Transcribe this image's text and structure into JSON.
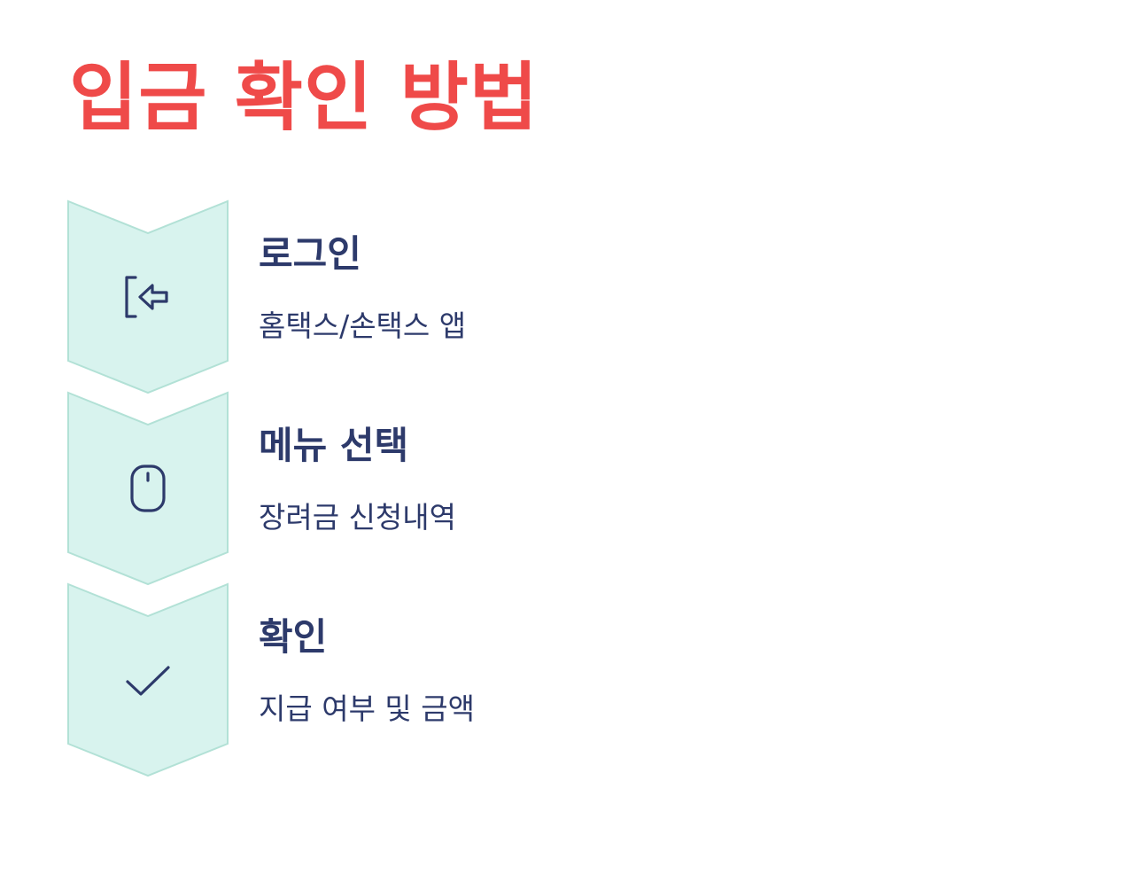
{
  "title": "입금 확인 방법",
  "colors": {
    "title": "#ef4a49",
    "text": "#2d3a6b",
    "chevron_fill": "#d8f3ee",
    "chevron_stroke": "#b2e1d6"
  },
  "steps": [
    {
      "title": "로그인",
      "description": "홈택스/손택스 앱",
      "icon": "login-arrow-icon"
    },
    {
      "title": "메뉴 선택",
      "description": "장려금 신청내역",
      "icon": "mouse-icon"
    },
    {
      "title": "확인",
      "description": "지급 여부 및 금액",
      "icon": "checkmark-icon"
    }
  ]
}
